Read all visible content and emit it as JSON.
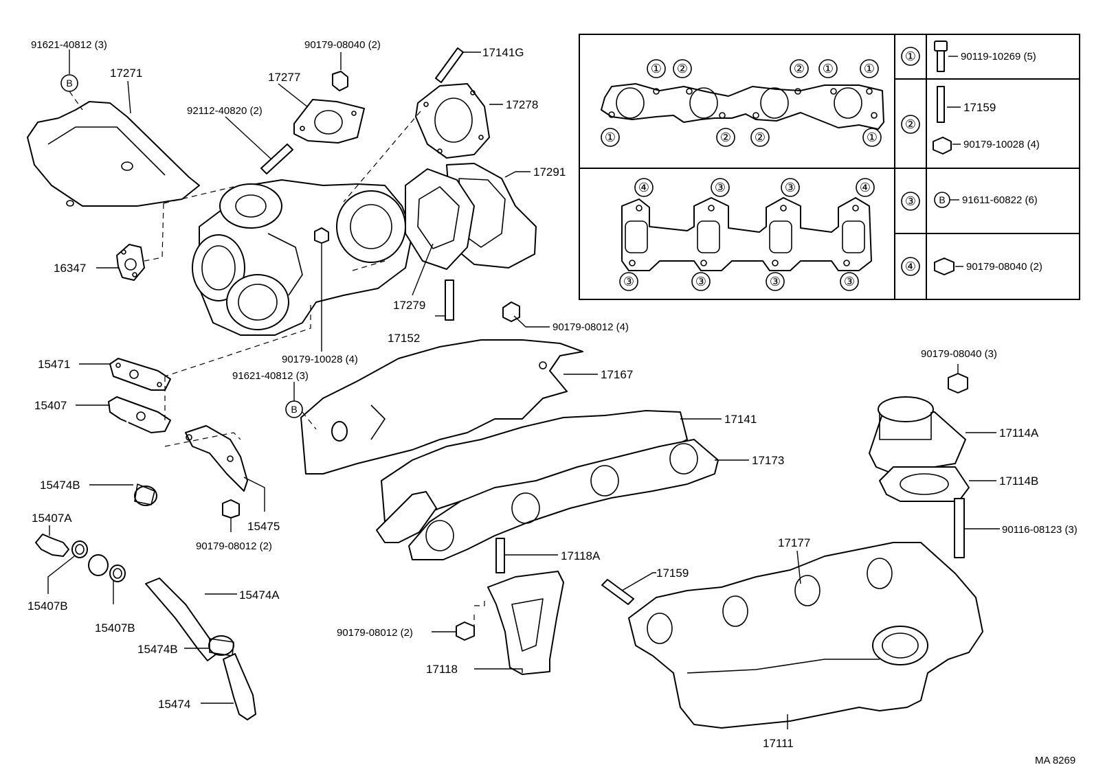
{
  "labels": {
    "p91621_40812_top": "91621-40812 (3)",
    "p17271": "17271",
    "p90179_08040_top": "90179-08040 (2)",
    "p17277": "17277",
    "p92112_40820": "92112-40820 (2)",
    "p17141G": "17141G",
    "p17278": "17278",
    "p17291": "17291",
    "p16347": "16347",
    "p17279": "17279",
    "p17152": "17152",
    "p90179_08012_a": "90179-08012 (4)",
    "p90179_10028_a": "90179-10028 (4)",
    "p15471": "15471",
    "p15407": "15407",
    "p91621_40812_mid": "91621-40812 (3)",
    "p17167": "17167",
    "p17141": "17141",
    "p17173": "17173",
    "p15474B_a": "15474B",
    "p15407A": "15407A",
    "p15475": "15475",
    "p90179_08012_b": "90179-08012 (2)",
    "p15407B_a": "15407B",
    "p15407B_b": "15407B",
    "p15474A": "15474A",
    "p15474B_b": "15474B",
    "p15474": "15474",
    "p17118A": "17118A",
    "p90179_08012_c": "90179-08012 (2)",
    "p17118": "17118",
    "p17159_b": "17159",
    "p17177": "17177",
    "p17111": "17111",
    "p90179_08040_r": "90179-08040 (3)",
    "p17114A": "17114A",
    "p17114B": "17114B",
    "p90116_08123": "90116-08123 (3)",
    "footer_code": "MA 8269"
  },
  "markers": {
    "one": "①",
    "two": "②",
    "three": "③",
    "four": "④",
    "b": "B"
  },
  "legend": {
    "rows": [
      {
        "marker": "①",
        "part": "90119-10269 (5)"
      },
      {
        "marker": "②",
        "part": "17159",
        "part2": "90179-10028 (4)"
      },
      {
        "marker": "③",
        "part": "91611-60822 (6)",
        "badge": "B"
      },
      {
        "marker": "④",
        "part": "90179-08040 (2)"
      }
    ]
  }
}
